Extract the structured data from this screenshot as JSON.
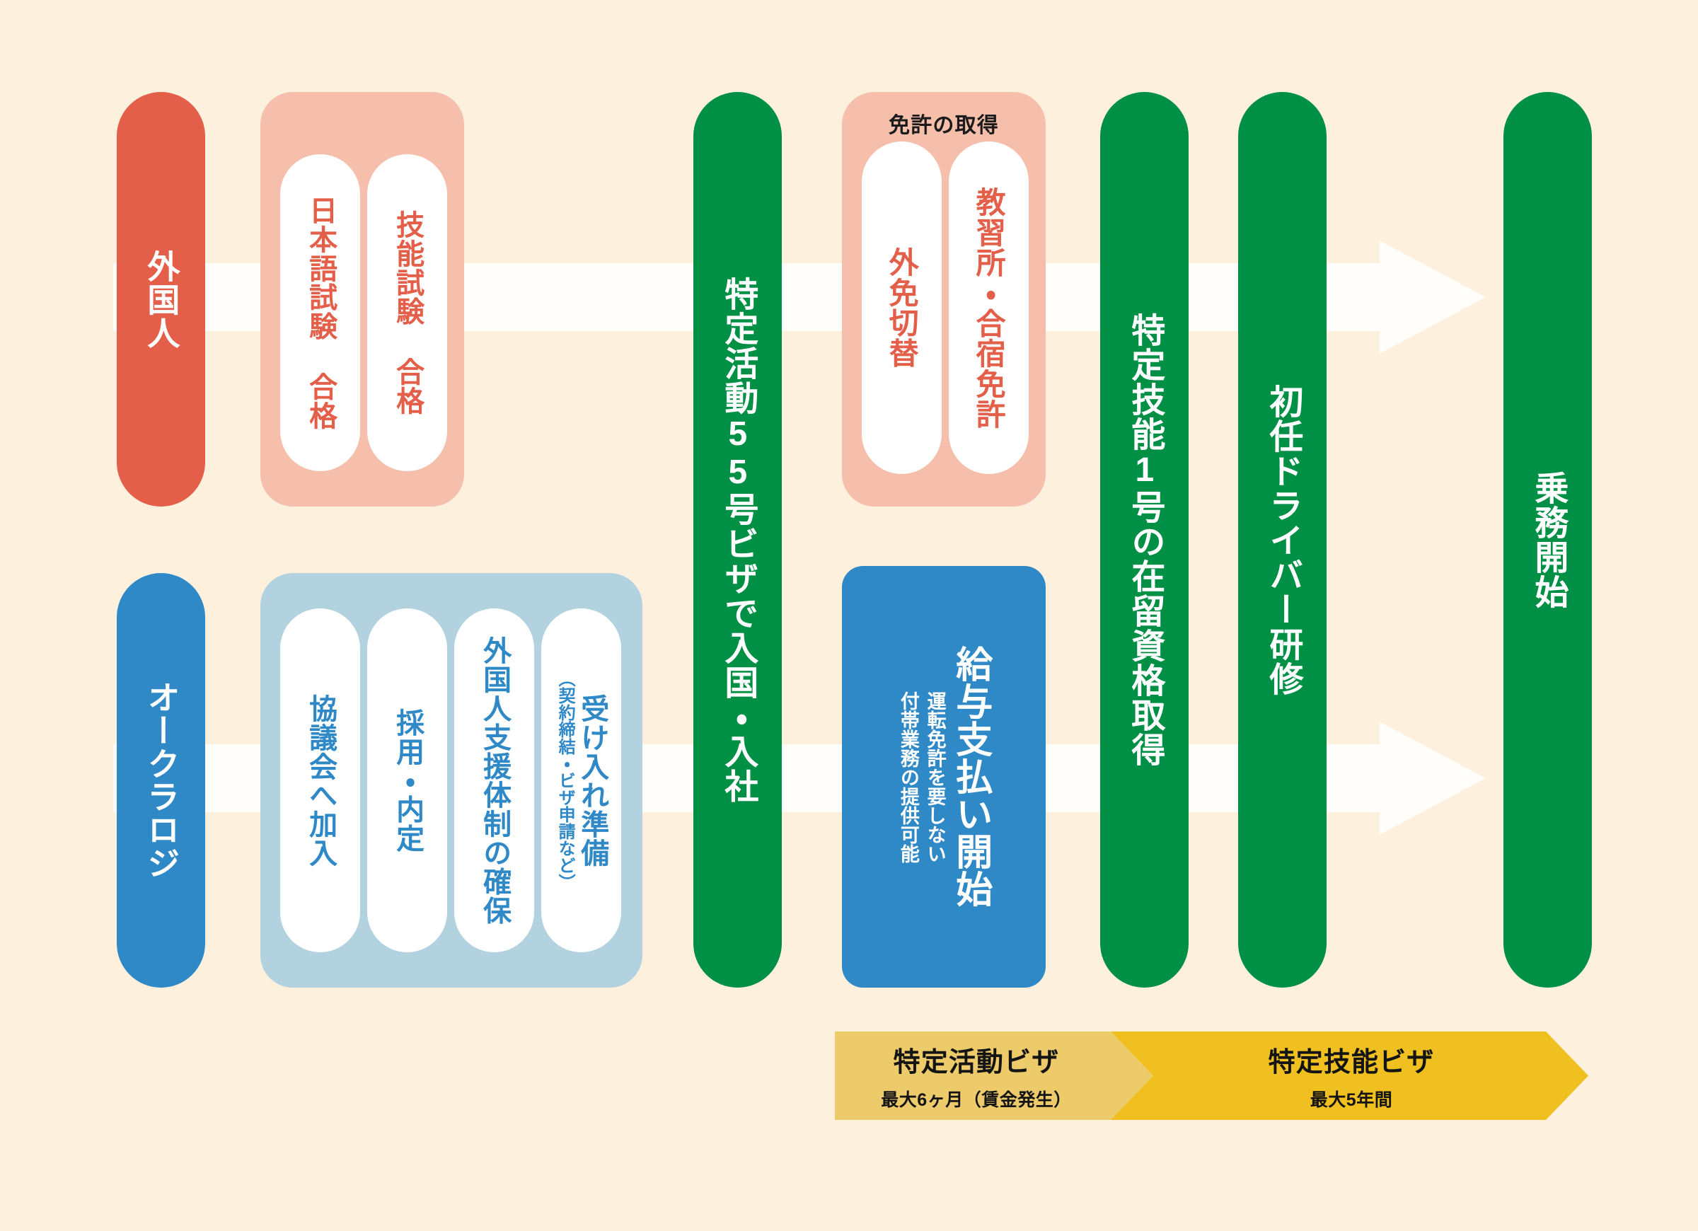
{
  "colors": {
    "background": "#fdf0dd",
    "green": "#009045",
    "red": "#e45f49",
    "blue": "#3089c7",
    "pink_panel": "#f5bfab",
    "lightblue_panel": "#b2d2e0",
    "yellow_light": "#eecb6a",
    "yellow_dark": "#efc01f",
    "white": "#ffffff"
  },
  "applicant_track": {
    "actor": {
      "label": "外国人"
    },
    "exam_group": {
      "title": "",
      "items": [
        {
          "label": "日本語試験 合格"
        },
        {
          "label": "技能試験 合格"
        }
      ]
    }
  },
  "company_track": {
    "actor": {
      "label": "オークラロジ"
    },
    "prep_group": {
      "title": "",
      "items": [
        {
          "label": "協議会へ加入"
        },
        {
          "label": "採用・内定"
        },
        {
          "label": "外国人支援体制の確保"
        },
        {
          "label": "受け入れ準備",
          "note": "（契約締結・ビザ申請など）"
        }
      ]
    }
  },
  "entry_step": {
    "label": "特定活動55号ビザで入国・入社"
  },
  "license_group": {
    "title": "免許の取得",
    "items": [
      {
        "label": "外免切替"
      },
      {
        "label": "教習所・合宿免許"
      }
    ]
  },
  "salary_step": {
    "label": "給与支払い開始",
    "notes": [
      "運転免許を要しない",
      "付帯業務の提供可能"
    ]
  },
  "status_step": {
    "label": "特定技能1号の在留資格取得"
  },
  "training_step": {
    "label": "初任ドライバー研修"
  },
  "final_step": {
    "label": "乗務開始"
  },
  "visa_timeline": [
    {
      "title": "特定活動ビザ",
      "subtitle": "最大6ヶ月（賃金発生）",
      "color": "#eecb6a"
    },
    {
      "title": "特定技能ビザ",
      "subtitle": "最大5年間",
      "color": "#efc01f"
    }
  ],
  "flow_arrows": [
    {
      "name": "upper-flow-arrow"
    },
    {
      "name": "lower-flow-arrow"
    }
  ]
}
